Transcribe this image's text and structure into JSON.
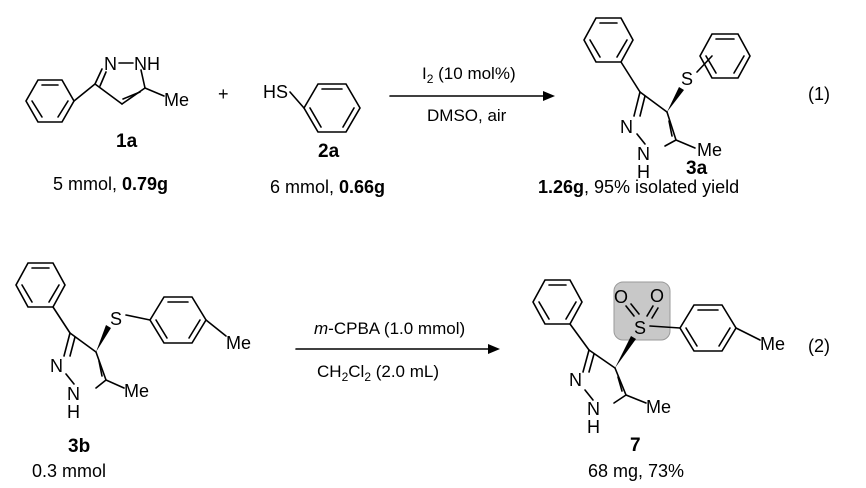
{
  "reaction1": {
    "compound_1a": {
      "label": "1a",
      "amount": "5 mmol, ",
      "mass": "0.79g"
    },
    "plus": "+",
    "compound_2a": {
      "label": "2a",
      "amount": "6 mmol, ",
      "mass": "0.66g"
    },
    "reagent_prefix": "I",
    "reagent_sub": "2",
    "reagent_rest": " (10 mol%)",
    "conditions": "DMSO, air",
    "compound_3a": {
      "label": "3a",
      "mass": "1.26g",
      "yield": ", 95% isolated yield"
    },
    "number": "(1)"
  },
  "reaction2": {
    "compound_3b": {
      "label": "3b",
      "amount": "0.3 mmol"
    },
    "reagent_italic": "m",
    "reagent_rest": "-CPBA (1.0 mmol)",
    "solvent_a": "CH",
    "solvent_sub1": "2",
    "solvent_b": "Cl",
    "solvent_sub2": "2",
    "solvent_c": " (2.0 mL)",
    "compound_7": {
      "label": "7",
      "result": "68 mg, 73%"
    },
    "number": "(2)"
  },
  "atoms": {
    "N": "N",
    "NH": "NH",
    "H": "H",
    "Me": "Me",
    "HS": "HS",
    "S": "S",
    "O": "O"
  },
  "colors": {
    "highlight": "#c8c8c8",
    "highlight_stroke": "#9a9a9a"
  }
}
